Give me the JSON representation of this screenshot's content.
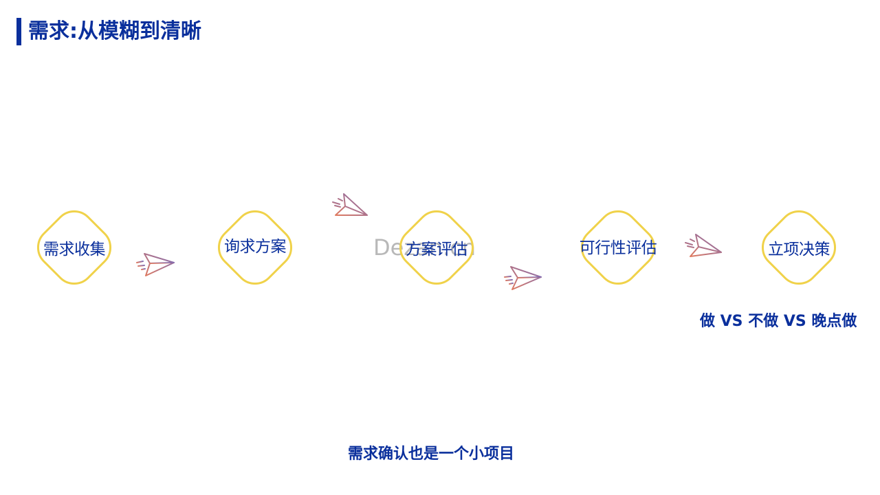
{
  "slide": {
    "title": "需求:从模糊到清晰",
    "watermark": "Dezan.cn",
    "steps": [
      {
        "label": "需求收集"
      },
      {
        "label": "询求方案"
      },
      {
        "label": "方案评估"
      },
      {
        "label": "可行性评估"
      },
      {
        "label": "立项决策"
      }
    ],
    "decision_note": "做 VS 不做 VS 晚点做",
    "bottom_note": "需求确认也是一个小项目"
  },
  "colors": {
    "title": "#0a2f9c",
    "diamond_border": "#f0d24a",
    "plane_gradient_start": "#e07a5f",
    "plane_gradient_end": "#7d6bb5"
  },
  "icons": {
    "connector": "paper-plane-icon"
  }
}
